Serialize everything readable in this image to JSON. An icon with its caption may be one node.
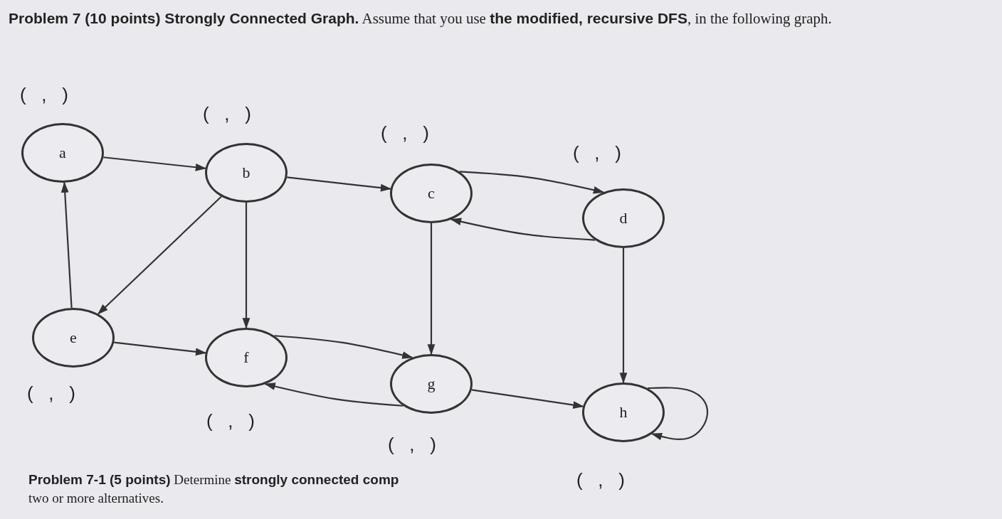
{
  "diagram": {
    "title": "**Problem 7 (10 points) Strongly Connected Graph.** Assume that you use **the modified, recursive DFS**, in the following graph.",
    "nodes": [
      {
        "text": [
          "a"
        ],
        "beside": [
          "( , )"
        ]
      },
      {
        "text": [
          "b"
        ],
        "beside": [
          "( , )"
        ]
      },
      {
        "text": [
          "c"
        ],
        "beside": [
          "( , )"
        ]
      },
      {
        "text": [
          "d"
        ],
        "beside": [
          "( , )"
        ]
      },
      {
        "text": [
          "e"
        ],
        "beside": [
          "( , )"
        ]
      },
      {
        "text": [
          "f"
        ],
        "beside": [
          "( , )"
        ]
      },
      {
        "text": [
          "g"
        ],
        "beside": [
          "( , )"
        ]
      },
      {
        "text": [
          "h"
        ],
        "beside": [
          "( , )"
        ]
      }
    ],
    "edges": [
      {
        "from": 0,
        "to": 1,
        "arrow": "to"
      },
      {
        "from": 1,
        "to": 2,
        "arrow": "to"
      },
      {
        "from": 2,
        "to": 3,
        "arrow": "to"
      },
      {
        "from": 3,
        "to": 2,
        "arrow": "to"
      },
      {
        "from": 1,
        "to": 4,
        "arrow": "to"
      },
      {
        "from": 1,
        "to": 5,
        "arrow": "to"
      },
      {
        "from": 4,
        "to": 0,
        "arrow": "to"
      },
      {
        "from": 2,
        "to": 6,
        "arrow": "to"
      },
      {
        "from": 3,
        "to": 7,
        "arrow": "to"
      },
      {
        "from": 4,
        "to": 5,
        "arrow": "to"
      },
      {
        "from": 5,
        "to": 6,
        "arrow": "to"
      },
      {
        "from": 6,
        "to": 5,
        "arrow": "to"
      },
      {
        "from": 6,
        "to": 7,
        "arrow": "to"
      },
      {
        "from": 7,
        "to": 7,
        "arrow": "to"
      }
    ],
    "labels": [
      "**Problem 7-1 (5 points)** Determine **strongly connected comp**",
      "two or more alternatives."
    ]
  }
}
